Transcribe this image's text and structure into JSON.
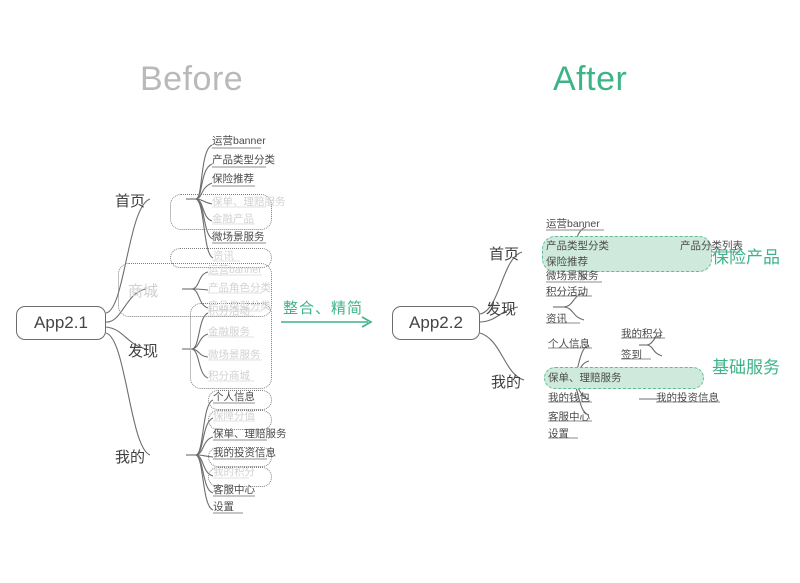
{
  "titles": {
    "before": "Before",
    "after": "After"
  },
  "transition": {
    "caption": "整合、精简",
    "arrow_icon": "arrow-right-icon",
    "accent_color": "#3db487"
  },
  "colors": {
    "accent_green": "#3db487",
    "highlight_fill": "#cfeadd",
    "highlight_border": "#63bb97",
    "muted_text": "#d2d2d2",
    "node_text": "#454545"
  },
  "before": {
    "root": "App2.1",
    "branches": [
      {
        "label": "首页",
        "leaves": [
          {
            "text": "运营banner",
            "muted": false
          },
          {
            "text": "产品类型分类",
            "muted": false
          },
          {
            "text": "保险推荐",
            "muted": false
          },
          {
            "text": "保单、理赔服务",
            "muted": true
          },
          {
            "text": "金融产品",
            "muted": true
          },
          {
            "text": "微场景服务",
            "muted": false
          },
          {
            "text": "资讯",
            "muted": true
          }
        ]
      },
      {
        "label": "商城",
        "muted": true,
        "leaves": [
          {
            "text": "运营banner",
            "muted": true
          },
          {
            "text": "产品角色分类",
            "muted": true
          },
          {
            "text": "产品类型分类",
            "muted": true
          }
        ]
      },
      {
        "label": "发现",
        "leaves": [
          {
            "text": "积分活动",
            "muted": true
          },
          {
            "text": "金融服务",
            "muted": true
          },
          {
            "text": "微场景服务",
            "muted": true
          },
          {
            "text": "积分商城",
            "muted": true
          }
        ]
      },
      {
        "label": "我的",
        "leaves": [
          {
            "text": "个人信息",
            "muted": false
          },
          {
            "text": "保障分值",
            "muted": true
          },
          {
            "text": "保单、理赔服务",
            "muted": false
          },
          {
            "text": "我的投资信息",
            "muted": false
          },
          {
            "text": "我的积分",
            "muted": true
          },
          {
            "text": "客服中心",
            "muted": false
          },
          {
            "text": "设置",
            "muted": false
          }
        ]
      }
    ]
  },
  "after": {
    "root": "App2.2",
    "branches": [
      {
        "label": "首页",
        "leaves": [
          {
            "text": "运营banner",
            "highlighted": false
          },
          {
            "text": "产品类型分类",
            "highlighted": true
          },
          {
            "text": "保险推荐",
            "highlighted": true
          },
          {
            "text": "微场景服务",
            "highlighted": false
          }
        ],
        "sub_leaf": "产品分类列表",
        "group_label": "保险产品"
      },
      {
        "label": "发现",
        "leaves": [
          {
            "text": "积分活动",
            "highlighted": false
          },
          {
            "text": "资讯",
            "highlighted": false
          }
        ]
      },
      {
        "label": "我的",
        "leaves": [
          {
            "text": "个人信息",
            "highlighted": false
          },
          {
            "text": "保单、理赔服务",
            "highlighted": true
          },
          {
            "text": "我的钱包",
            "highlighted": false
          },
          {
            "text": "客服中心",
            "highlighted": false
          },
          {
            "text": "设置",
            "highlighted": false
          }
        ],
        "sub_leaves": [
          "我的积分",
          "签到",
          "我的投资信息"
        ],
        "group_label": "基础服务"
      }
    ]
  }
}
